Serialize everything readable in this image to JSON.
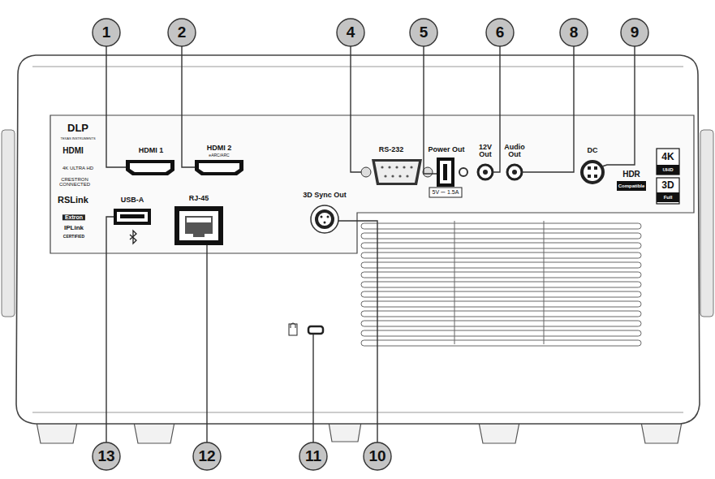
{
  "diagram": {
    "labels": [
      "1",
      "2",
      "4",
      "5",
      "6",
      "8",
      "9",
      "13",
      "12",
      "11",
      "10",
      "HDMI 1",
      "HDMI 2",
      "eARC/ARC",
      "RS-232",
      "Power Out",
      "5V ⎓ 1.5A",
      "12V Out",
      "Audio Out",
      "DC",
      "4K",
      "UHD",
      "HDR",
      "Compatible",
      "3D",
      "Full",
      "3D Sync Out",
      "USB-A",
      "RJ-45",
      "DLP",
      "TEXAS INSTRUMENTS",
      "HDMI",
      "4K ULTRA HD",
      "CRESTRON CONNECTED",
      "RSLink",
      "Extron",
      "IPLink",
      "CERTIFIED"
    ]
  }
}
